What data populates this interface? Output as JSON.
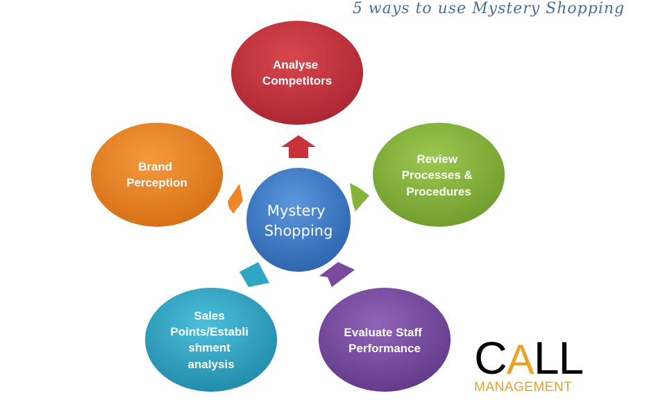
{
  "title": "5 ways to use Mystery Shopping",
  "center": {
    "lines": [
      "Mystery",
      "Shopping"
    ],
    "color": "#3a78c6"
  },
  "nodes": [
    {
      "id": "analyse-competitors",
      "lines": [
        "Analyse",
        "Competitors"
      ],
      "color": "#c8323a"
    },
    {
      "id": "review-processes",
      "lines": [
        "Review",
        "Processes &",
        "Procedures"
      ],
      "color": "#86b43a"
    },
    {
      "id": "evaluate-staff",
      "lines": [
        "Evaluate Staff",
        "Performance"
      ],
      "color": "#7a4a9e"
    },
    {
      "id": "sales-points",
      "lines": [
        "Sales",
        "Points/Establi",
        "shment",
        "analysis"
      ],
      "color": "#2fa6c4"
    },
    {
      "id": "brand-perception",
      "lines": [
        "Brand",
        "Perception"
      ],
      "color": "#ee8526"
    }
  ],
  "logo": {
    "main_prefix": "C",
    "main_accent": "A",
    "main_suffix": "LL",
    "sub": "MANAGEMENT",
    "accent_color": "#e9a226"
  }
}
